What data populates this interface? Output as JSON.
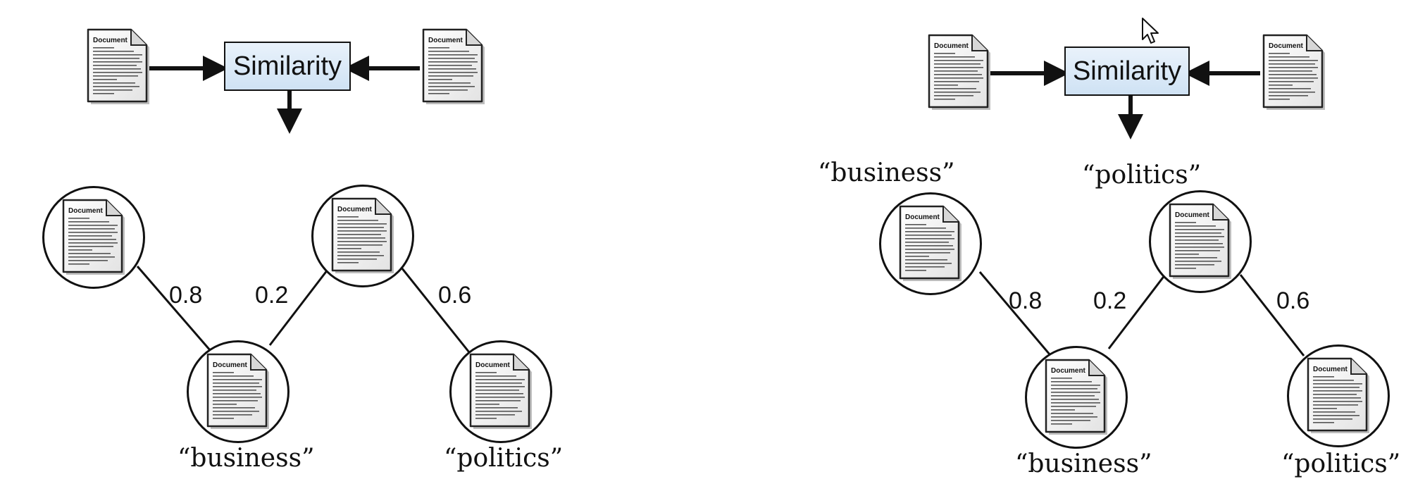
{
  "panels": [
    {
      "similarity_label": "Similarity",
      "doc_title": "Document",
      "edge_weights": [
        "0.8",
        "0.2",
        "0.6"
      ],
      "node_labels": [
        "“business”",
        "“politics”"
      ]
    },
    {
      "similarity_label": "Similarity",
      "doc_title": "Document",
      "edge_weights": [
        "0.8",
        "0.2",
        "0.6"
      ],
      "predicted_labels": [
        "“business”",
        "“politics”"
      ],
      "node_labels": [
        "“business”",
        "“politics”"
      ]
    }
  ],
  "icons": {
    "document": "document-icon",
    "arrow": "arrow-icon",
    "cursor": "mouse-cursor-icon"
  }
}
